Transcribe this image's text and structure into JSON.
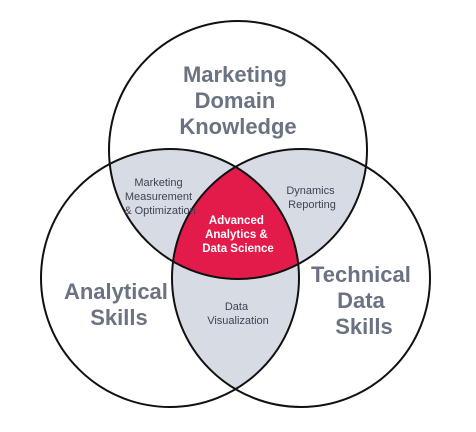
{
  "colors": {
    "stroke": "#111111",
    "big_text": "#6b7382",
    "pair_fill": "#d7dbe4",
    "pair_text": "#3d4452",
    "center_fill": "#e21b4a",
    "center_text": "#ffffff",
    "background": "#ffffff"
  },
  "sets": {
    "marketing": [
      "Marketing",
      "Domain",
      "Knowledge"
    ],
    "analytical": [
      "Analytical",
      "Skills"
    ],
    "technical": [
      "Technical",
      "Data",
      "Skills"
    ]
  },
  "intersections": {
    "marketing_analytical": [
      "Marketing",
      "Measurement",
      "& Optimization"
    ],
    "marketing_technical": [
      "Dynamics",
      "Reporting"
    ],
    "analytical_technical": [
      "Data",
      "Visualization"
    ],
    "all_three": [
      "Advanced",
      "Analytics &",
      "Data Science"
    ]
  }
}
